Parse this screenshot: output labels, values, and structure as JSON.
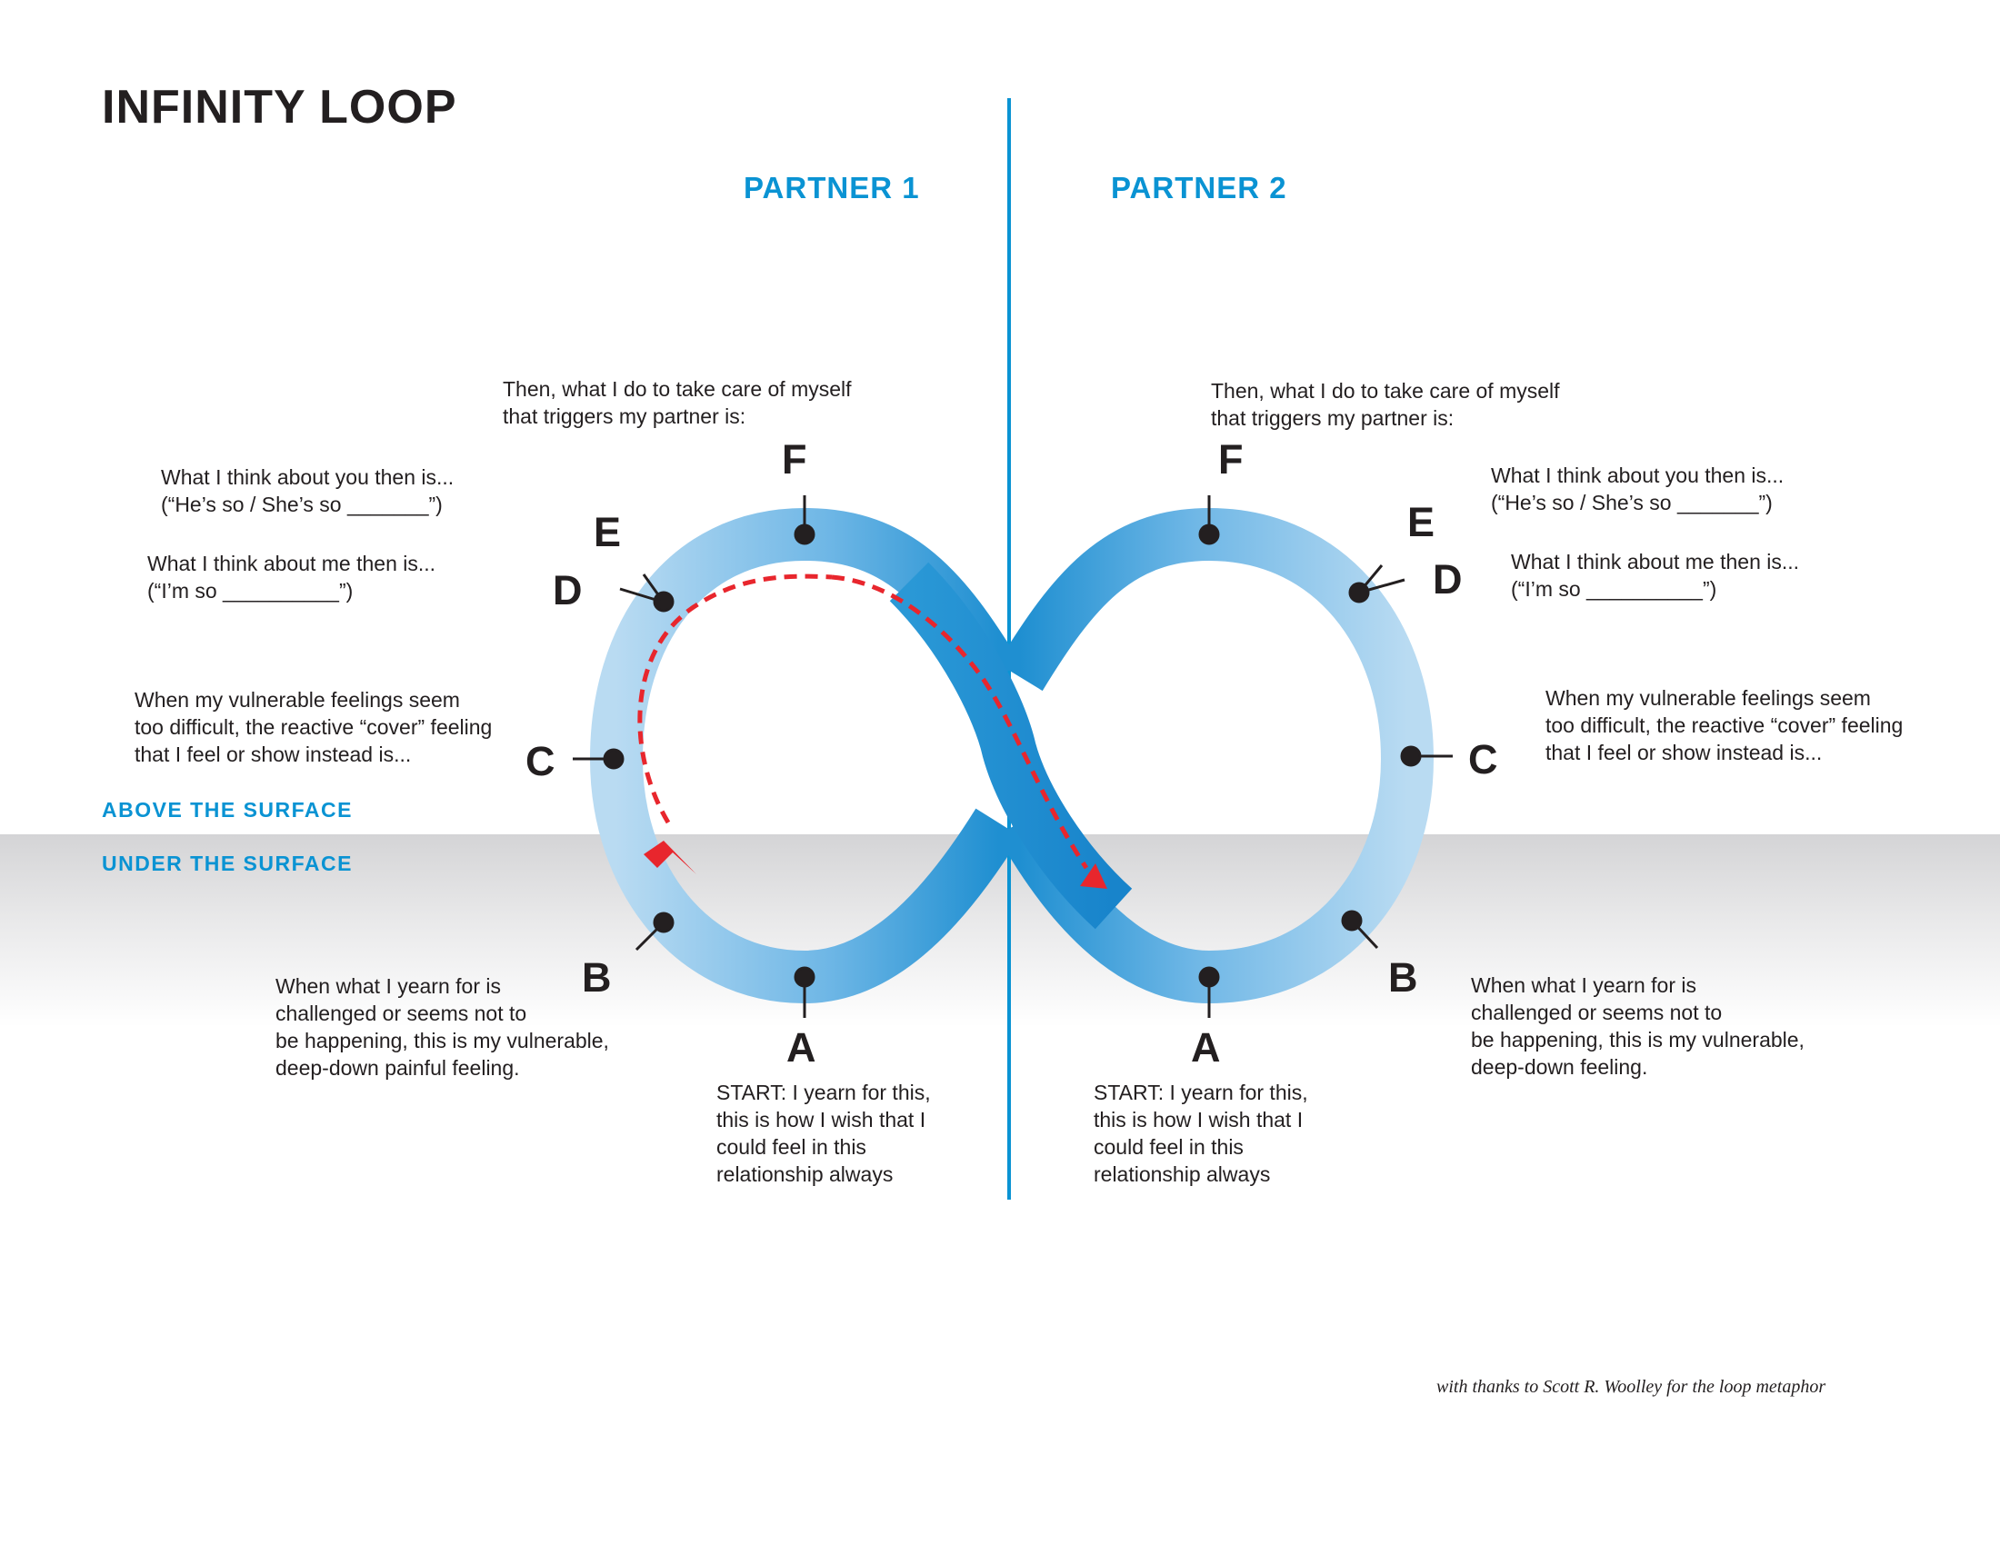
{
  "title": "INFINITY LOOP",
  "partners": [
    "PARTNER 1",
    "PARTNER 2"
  ],
  "surface": {
    "above": "ABOVE THE SURFACE",
    "under": "UNDER THE SURFACE"
  },
  "letters": {
    "a": "A",
    "b": "B",
    "c": "C",
    "d": "D",
    "e": "E",
    "f": "F"
  },
  "partner1": {
    "f": [
      "Then, what I do to take care of myself",
      "that triggers my partner is:"
    ],
    "e": [
      "What I think about you then is...",
      "(“He’s so / She’s so _______”)"
    ],
    "d": [
      "What I think about me then is...",
      "(“I’m so __________”)"
    ],
    "c": [
      "When my vulnerable feelings seem",
      "too difficult, the reactive “cover” feeling",
      "that I feel or show instead is..."
    ],
    "b": [
      "When what I yearn for is",
      "challenged or seems not to",
      "be happening, this is my vulnerable,",
      "deep-down painful feeling."
    ],
    "a": [
      "START: I yearn for this,",
      "this is how I wish that I",
      "could feel in this",
      "relationship always"
    ]
  },
  "partner2": {
    "f": [
      "Then, what I do to take care of myself",
      "that triggers my partner is:"
    ],
    "e": [
      "What I think about you then is...",
      "(“He’s so / She’s so _______”)"
    ],
    "d": [
      "What I think about me then is...",
      "(“I’m so __________”)"
    ],
    "c": [
      "When my vulnerable feelings seem",
      "too difficult, the reactive “cover” feeling",
      "that I feel or show instead is..."
    ],
    "b": [
      "When what I yearn for is",
      "challenged or seems not to",
      "be happening, this is my vulnerable,",
      "deep-down feeling."
    ],
    "a": [
      "START: I yearn for this,",
      "this is how I wish that I",
      "could feel in this",
      "relationship always"
    ]
  },
  "credit": "with thanks to Scott R. Woolley for the loop metaphor",
  "colors": {
    "accent": "#0a93d3",
    "loop_dark": "#1f8fd1",
    "loop_light": "#b9dbf2",
    "arrow": "#e8262d",
    "text": "#231f20"
  }
}
